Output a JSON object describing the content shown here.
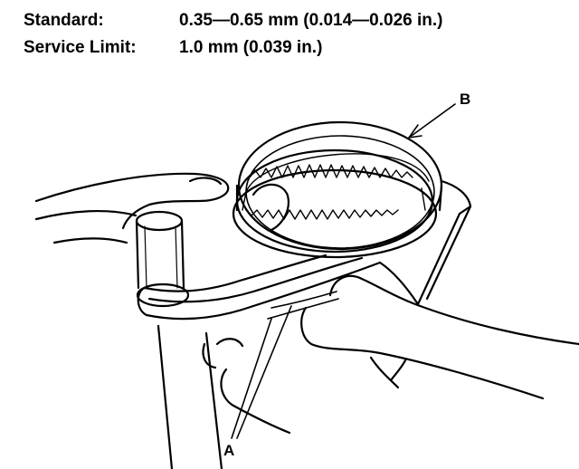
{
  "specs": [
    {
      "label": "Standard:",
      "value": "0.35—0.65 mm (0.014—0.026 in.)"
    },
    {
      "label": "Service Limit:",
      "value": "1.0 mm (0.039 in.)"
    }
  ],
  "callouts": {
    "a": "A",
    "b": "B"
  },
  "colors": {
    "ink": "#000000",
    "paper": "#ffffff"
  }
}
